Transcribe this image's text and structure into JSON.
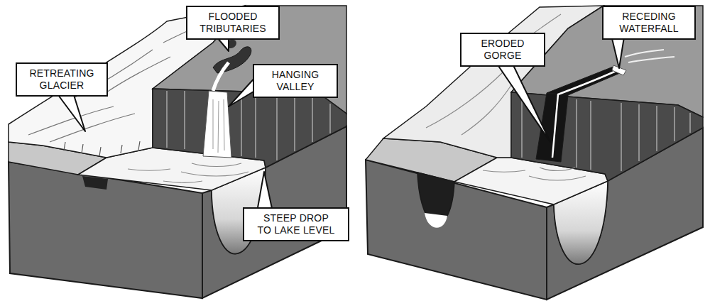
{
  "diagram": {
    "nodes": [
      {
        "text": [
          "RETREATING GLACIER"
        ]
      },
      {
        "text": [
          "FLOODED TRIBUTARIES"
        ]
      },
      {
        "text": [
          "HANGING VALLEY"
        ]
      },
      {
        "text": [
          "STEEP DROP TO LAKE LEVEL"
        ]
      },
      {
        "text": [
          "ERODED GORGE"
        ]
      },
      {
        "text": [
          "RECEDING WATERFALL"
        ]
      }
    ]
  }
}
